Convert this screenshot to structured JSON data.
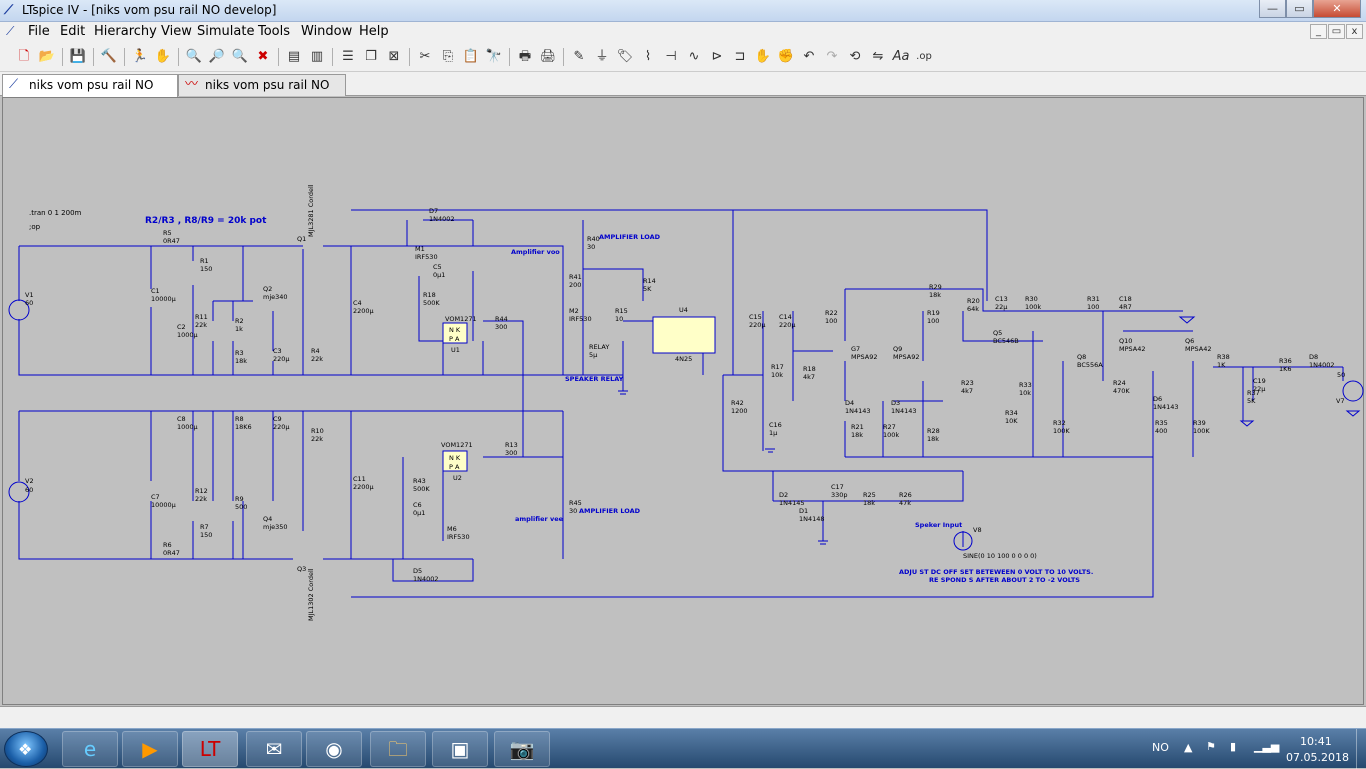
{
  "window": {
    "title": "LTspice IV - [niks vom psu rail NO develop]",
    "minimize": "—",
    "maximize": "▭",
    "close": "✕"
  },
  "menu": [
    "File",
    "Edit",
    "Hierarchy",
    "View",
    "Simulate",
    "Tools",
    "Window",
    "Help"
  ],
  "tabs": [
    {
      "label": "niks vom psu rail NO develop",
      "icon": "schematic-icon"
    },
    {
      "label": "niks vom psu rail NO develop",
      "icon": "waveform-icon"
    }
  ],
  "schematic": {
    "directives": [
      ".tran 0 1 200m",
      ";op"
    ],
    "note_pot": "R2/R3 , R8/R9 = 20k pot",
    "note_adjust_1": "ADJU ST DC OFF SET BETEWEEN 0 VOLT TO 10 VOLTS.",
    "note_adjust_2": "RE SPOND S AFTER ABOUT 2 TO -2 VOLTS",
    "amp_load_top": "AMPLIFIER LOAD",
    "amp_load_bottom": "AMPLIFIER LOAD",
    "amp_voo": "Amplifier voo",
    "amp_vee": "amplifier vee",
    "speaker_relay": "SPEAKER RELAY",
    "speaker_input": "Speker Input",
    "sine": "SINE(0 10 100 0 0 0 0)",
    "q1_label": "Q1",
    "q1_model": "MJL3281 Cordell",
    "q3_label": "Q3",
    "q3_model": "MJL1302 Cordell",
    "v1": "V1",
    "v1v": "60",
    "v2": "V2",
    "v2v": "60",
    "v7": "V7",
    "v7v": "50",
    "v8": "V8",
    "u1": "VOM1271",
    "u1n": "U1",
    "u2": "VOM1271",
    "u2n": "U2",
    "u4": "U4",
    "u4m": "4N25",
    "nk": "N K",
    "pa": "P A",
    "parts": [
      [
        "R5",
        "0R47",
        160,
        234
      ],
      [
        "R1",
        "150",
        197,
        262
      ],
      [
        "C1",
        "10000µ",
        148,
        292
      ],
      [
        "R11",
        "22k",
        192,
        318
      ],
      [
        "R2",
        "1k",
        232,
        322
      ],
      [
        "C2",
        "1000µ",
        174,
        328
      ],
      [
        "R3",
        "18k",
        232,
        354
      ],
      [
        "Q2",
        "mje340",
        260,
        290
      ],
      [
        "C3",
        "220µ",
        270,
        352
      ],
      [
        "R4",
        "22k",
        308,
        352
      ],
      [
        "C4",
        "2200µ",
        350,
        304
      ],
      [
        "C8",
        "1000µ",
        174,
        420
      ],
      [
        "R8",
        "18K6",
        232,
        420
      ],
      [
        "C9",
        "220µ",
        270,
        420
      ],
      [
        "R10",
        "22k",
        308,
        432
      ],
      [
        "R12",
        "22k",
        192,
        492
      ],
      [
        "R9",
        "500",
        232,
        500
      ],
      [
        "Q4",
        "mje350",
        260,
        520
      ],
      [
        "R7",
        "150",
        197,
        528
      ],
      [
        "C7",
        "10000µ",
        148,
        498
      ],
      [
        "R6",
        "0R47",
        160,
        546
      ],
      [
        "C11",
        "2200µ",
        350,
        480
      ],
      [
        "D7",
        "1N4002",
        426,
        212
      ],
      [
        "M1",
        "IRF530",
        412,
        250
      ],
      [
        "C5",
        "0µ1",
        430,
        268
      ],
      [
        "R18",
        "500K",
        420,
        296
      ],
      [
        "R44",
        "300",
        492,
        320
      ],
      [
        "R40",
        "30",
        584,
        240
      ],
      [
        "R41",
        "200",
        566,
        278
      ],
      [
        "R14",
        "5K",
        640,
        282
      ],
      [
        "M2",
        "IRF530",
        566,
        312
      ],
      [
        "R15",
        "10",
        612,
        312
      ],
      [
        "RELAY",
        "5µ",
        586,
        348
      ],
      [
        "R43",
        "500K",
        410,
        482
      ],
      [
        "C6",
        "0µ1",
        410,
        506
      ],
      [
        "M6",
        "IRF530",
        444,
        530
      ],
      [
        "D5",
        "1N4002",
        410,
        572
      ],
      [
        "R13",
        "300",
        502,
        446
      ],
      [
        "R45",
        "30",
        566,
        504
      ],
      [
        "C15",
        "220µ",
        746,
        318
      ],
      [
        "C14",
        "220µ",
        776,
        318
      ],
      [
        "R22",
        "100",
        822,
        314
      ],
      [
        "G7",
        "MPSA92",
        848,
        350
      ],
      [
        "R17",
        "10k",
        768,
        368
      ],
      [
        "R18",
        "4k7",
        800,
        370
      ],
      [
        "D4",
        "1N4143",
        842,
        404
      ],
      [
        "R21",
        "18k",
        848,
        428
      ],
      [
        "R27",
        "100k",
        880,
        428
      ],
      [
        "C16",
        "1µ",
        766,
        426
      ],
      [
        "R42",
        "1200",
        728,
        404
      ],
      [
        "R29",
        "18k",
        926,
        288
      ],
      [
        "R19",
        "100",
        924,
        314
      ],
      [
        "R20",
        "64k",
        964,
        302
      ],
      [
        "Q9",
        "MPSA92",
        890,
        350
      ],
      [
        "D3",
        "1N4143",
        888,
        404
      ],
      [
        "R23",
        "4k7",
        958,
        384
      ],
      [
        "R28",
        "18k",
        924,
        432
      ],
      [
        "C13",
        "22µ",
        992,
        300
      ],
      [
        "R30",
        "100k",
        1022,
        300
      ],
      [
        "R31",
        "100",
        1084,
        300
      ],
      [
        "C18",
        "4R7",
        1116,
        300
      ],
      [
        "Q5",
        "BC546B",
        990,
        334
      ],
      [
        "R33",
        "10k",
        1016,
        386
      ],
      [
        "R34",
        "10K",
        1002,
        414
      ],
      [
        "R32",
        "100K",
        1050,
        424
      ],
      [
        "Q8",
        "BC556A",
        1074,
        358
      ],
      [
        "R24",
        "470K",
        1110,
        384
      ],
      [
        "Q10",
        "MPSA42",
        1116,
        342
      ],
      [
        "Q6",
        "MPSA42",
        1182,
        342
      ],
      [
        "D6",
        "1N4143",
        1150,
        400
      ],
      [
        "R35",
        "400",
        1152,
        424
      ],
      [
        "R39",
        "100K",
        1190,
        424
      ],
      [
        "R38",
        "1K",
        1214,
        358
      ],
      [
        "R37",
        "5K",
        1244,
        394
      ],
      [
        "C19",
        "22µ",
        1250,
        382
      ],
      [
        "R36",
        "1K6",
        1276,
        362
      ],
      [
        "D8",
        "1N4002",
        1306,
        358
      ],
      [
        "D2",
        "1N4145",
        776,
        496
      ],
      [
        "D1",
        "1N4148",
        796,
        512
      ],
      [
        "C17",
        "330p",
        828,
        488
      ],
      [
        "R25",
        "18k",
        860,
        496
      ],
      [
        "R26",
        "47k",
        896,
        496
      ]
    ]
  },
  "taskbar": {
    "lang": "NO",
    "time": "10:41",
    "date": "07.05.2018",
    "apps": [
      "ie-icon",
      "media-player-icon",
      "ltspice-icon",
      "thunderbird-icon",
      "chrome-icon",
      "explorer-icon",
      "photo-viewer-icon",
      "camera-icon"
    ]
  }
}
